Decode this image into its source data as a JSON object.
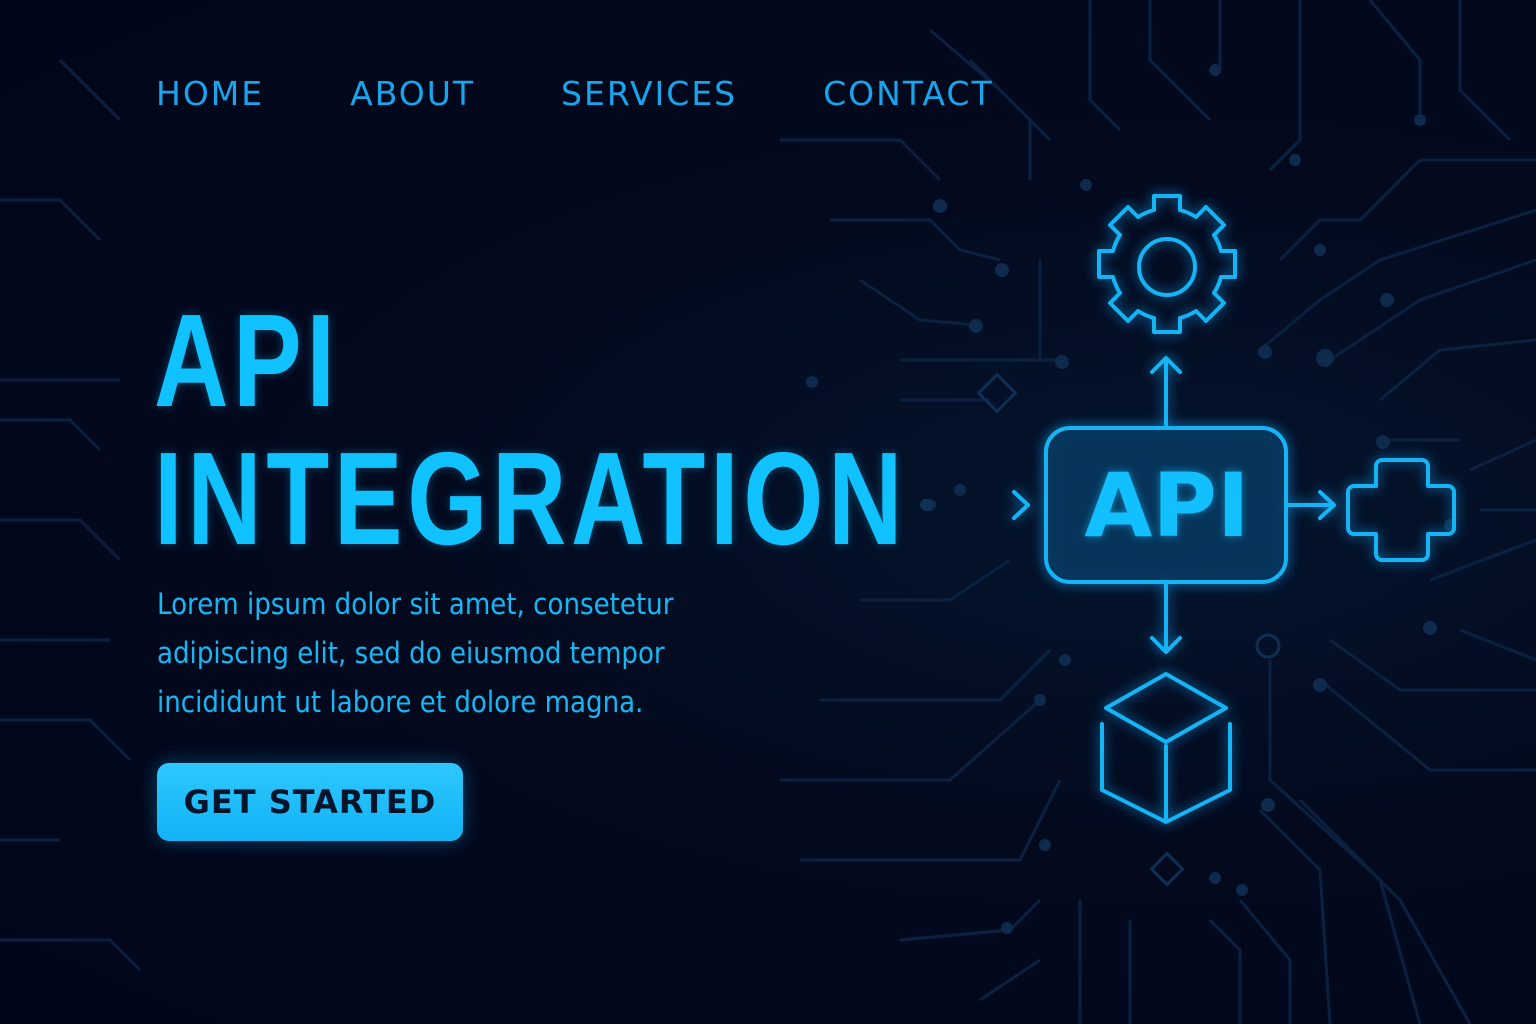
{
  "nav": {
    "items": [
      {
        "label": "HOME"
      },
      {
        "label": "ABOUT"
      },
      {
        "label": "SERVICES"
      },
      {
        "label": "CONTACT"
      }
    ]
  },
  "hero": {
    "title_line1": "API",
    "title_line2": "INTEGRATION",
    "description_lines": [
      "Lorem ipsum dolor sit amet, consetetur",
      "adipiscing elit, sed do eiusmod tempor",
      "incididunt ut labore et dolore magna."
    ],
    "cta_label": "GET STARTED"
  },
  "diagram": {
    "center_label": "API",
    "nodes": [
      "gear-icon",
      "puzzle-icon",
      "cube-icon"
    ]
  },
  "colors": {
    "background": "#02061a",
    "accent": "#12c0ff",
    "nav_text": "#17a6ee",
    "button_bg": "#2ec8ff",
    "button_text": "#04142a",
    "circuit": "#0d2a4e"
  }
}
